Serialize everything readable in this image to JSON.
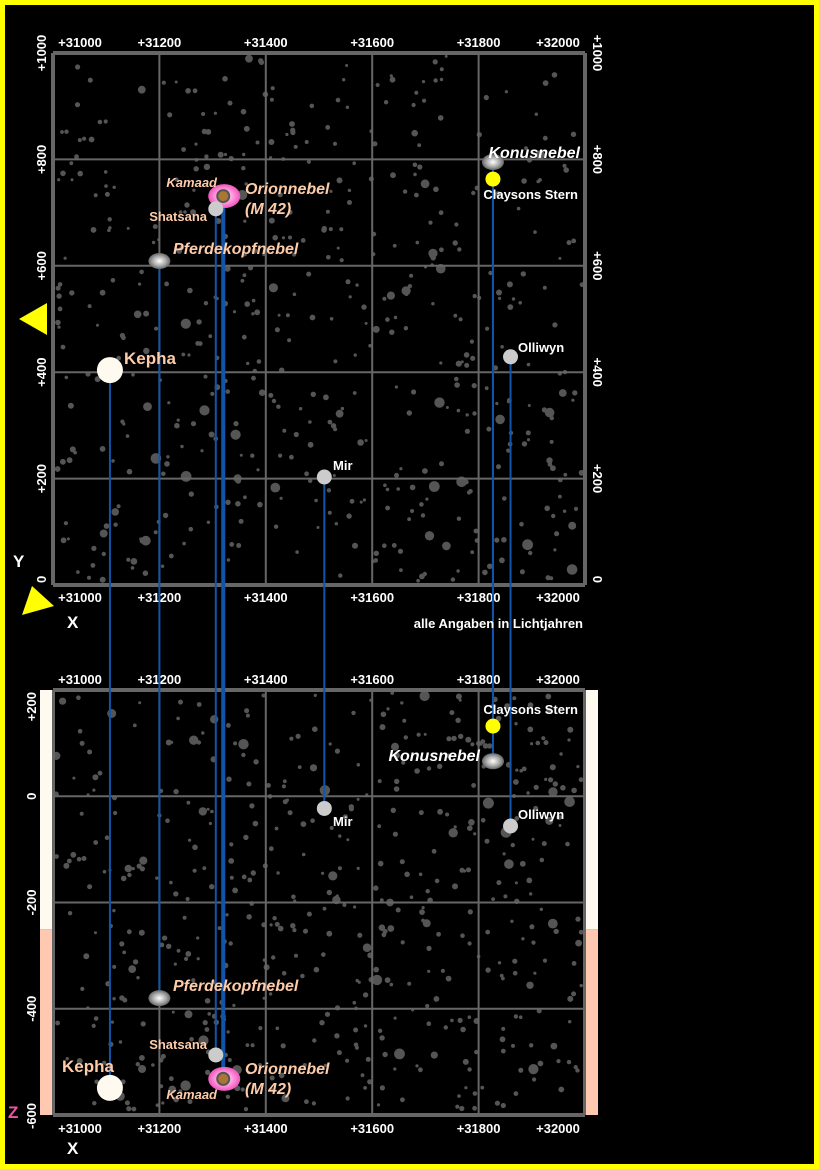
{
  "axes": {
    "x_ticks": [
      "+31000",
      "+31200",
      "+31400",
      "+31600",
      "+31800",
      "+32000"
    ],
    "y_ticks": [
      "0",
      "+200",
      "+400",
      "+600",
      "+800",
      "+1000"
    ],
    "z_ticks": [
      "+200",
      "0",
      "-200",
      "-400",
      "-600"
    ],
    "x_label": "X",
    "y_label": "Y",
    "z_label": "Z",
    "x_range": [
      31000,
      32000
    ],
    "y_range": [
      0,
      1000
    ],
    "z_range": [
      -600,
      200
    ]
  },
  "note": "alle Angaben in Lichtjahren",
  "colors": {
    "border": "#ffff00",
    "grid": "#666666",
    "projection_line": "#1155aa",
    "label_warm": "#ffccaa",
    "label_white": "#ffffff",
    "z_positive_bar": "#fffaf0",
    "z_negative_bar": "#ffc8b0"
  },
  "objects": [
    {
      "id": "kepha",
      "name": "Kepha",
      "kind": "star-large",
      "x": 31107,
      "y": 404,
      "z": -549
    },
    {
      "id": "pferdekopfnebel",
      "name": "Pferdekopfnebel",
      "kind": "nebula",
      "x": 31200,
      "y": 609,
      "z": -380
    },
    {
      "id": "shatsana",
      "name": "Shatsana",
      "kind": "star",
      "x": 31306,
      "y": 707,
      "z": -487
    },
    {
      "id": "kamaad",
      "name": "Kamaad",
      "kind": "star-brown",
      "x": 31320,
      "y": 731,
      "z": -532
    },
    {
      "id": "orionnebel",
      "name": "Orionnebel",
      "subname": "(M 42)",
      "kind": "nebula-pink",
      "x": 31320,
      "y": 731,
      "z": -532
    },
    {
      "id": "mir",
      "name": "Mir",
      "kind": "star",
      "x": 31510,
      "y": 203,
      "z": -23
    },
    {
      "id": "konusnebel",
      "name": "Konusnebel",
      "kind": "nebula",
      "x": 31827,
      "y": 780,
      "z": 66
    },
    {
      "id": "claysons-stern",
      "name": "Claysons Stern",
      "kind": "star-yellow",
      "x": 31827,
      "y": 763,
      "z": 132
    },
    {
      "id": "olliwyn",
      "name": "Olliwyn",
      "kind": "star",
      "x": 31860,
      "y": 429,
      "z": -56
    }
  ]
}
